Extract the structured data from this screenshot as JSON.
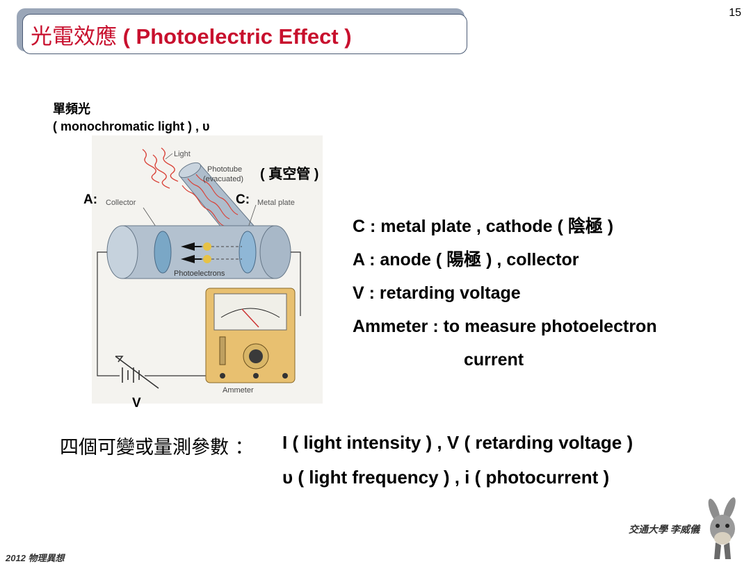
{
  "page_number": "15",
  "title": {
    "zh": "光電效應",
    "en": " ( Photoelectric Effect )"
  },
  "light_label": {
    "zh": "單頻光",
    "en": "( monochromatic light ) , υ"
  },
  "figure": {
    "phototube_label": "( 真空管 )",
    "anode_marker": "A:",
    "cathode_marker": "C:",
    "voltage_marker": "V",
    "labels": {
      "light": "Light",
      "phototube": "Phototube",
      "evacuated": "(evacuated)",
      "collector": "Collector",
      "metal_plate": "Metal plate",
      "photoelectrons": "Photoelectrons",
      "ammeter": "Ammeter"
    }
  },
  "descriptions": [
    "C : metal plate , cathode ( 陰極 )",
    "A : anode ( 陽極 ) , collector",
    "V : retarding voltage",
    "Ammeter : to measure photoelectron",
    "current"
  ],
  "variables": {
    "label": "四個可變或量測參數 ：",
    "line1": "I ( light intensity ) , V ( retarding voltage )",
    "line2": "υ ( light frequency ) , i ( photocurrent )"
  },
  "footer": {
    "left": "2012 物理異想",
    "right": "交通大學 李威儀"
  },
  "colors": {
    "title": "#c8102e",
    "light_ray": "#d9443a",
    "tube": "#9fb1c3",
    "meter": "#e8c070"
  }
}
